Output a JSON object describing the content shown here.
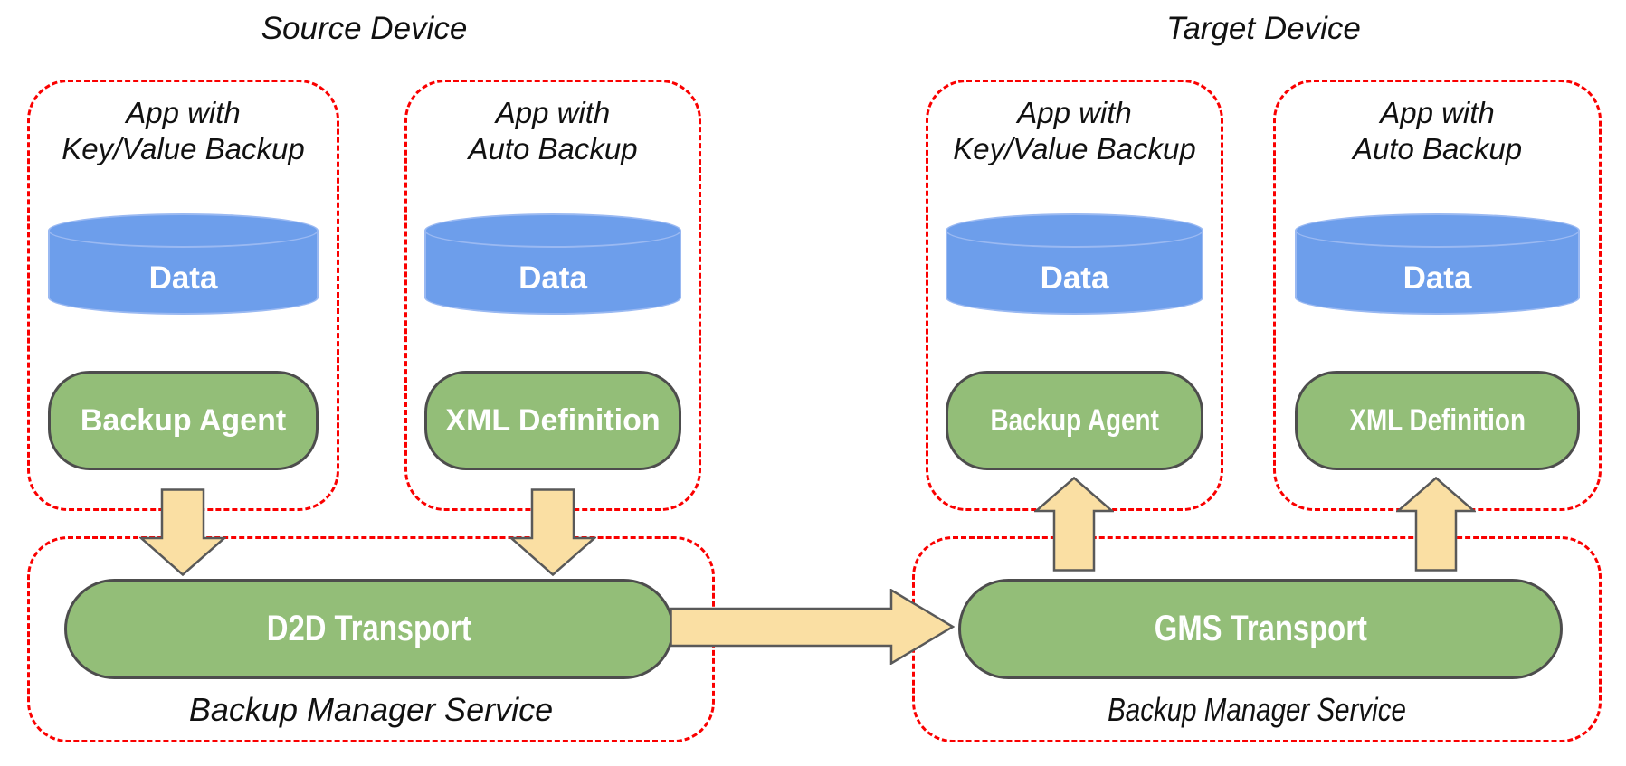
{
  "colors": {
    "box_border": "#fa0000",
    "store_fill": "#6d9eeb",
    "store_stroke": "#9ab9f2",
    "component_fill": "#93be78",
    "component_border": "#4d4d4d",
    "arrow_fill": "#fadfa3",
    "arrow_border": "#595959",
    "text": "#111111",
    "label_text": "#ffffff"
  },
  "source_device": {
    "title": "Source Device",
    "apps": [
      {
        "name_line1": "App with",
        "name_line2": "Key/Value Backup",
        "store_label": "Data",
        "component_label": "Backup Agent"
      },
      {
        "name_line1": "App with",
        "name_line2": "Auto Backup",
        "store_label": "Data",
        "component_label": "XML Definition"
      }
    ],
    "service": {
      "transport_label": "D2D Transport",
      "caption": "Backup Manager Service"
    }
  },
  "target_device": {
    "title": "Target Device",
    "apps": [
      {
        "name_line1": "App with",
        "name_line2": "Key/Value Backup",
        "store_label": "Data",
        "component_label": "Backup Agent"
      },
      {
        "name_line1": "App with",
        "name_line2": "Auto Backup",
        "store_label": "Data",
        "component_label": "XML Definition"
      }
    ],
    "service": {
      "transport_label": "GMS Transport",
      "caption": "Backup Manager Service"
    }
  }
}
